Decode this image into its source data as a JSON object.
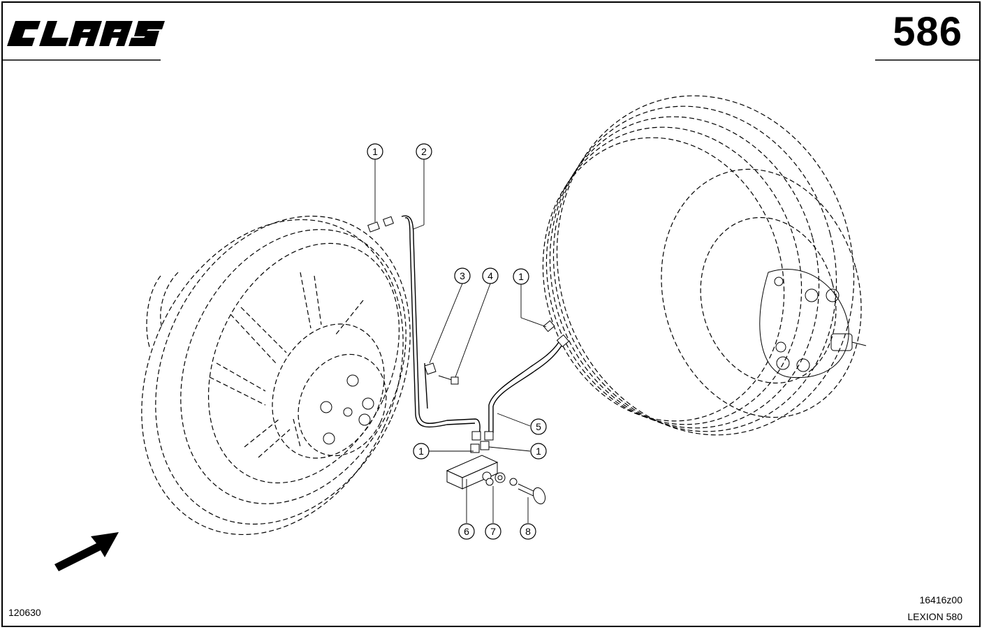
{
  "header": {
    "brand": "CLAAS",
    "page_number": "586"
  },
  "footer": {
    "drawing_no_left": "120630",
    "drawing_ref_right": "16416z00",
    "model": "LEXION 580"
  },
  "callouts": [
    "1",
    "2",
    "3",
    "4",
    "1",
    "1",
    "1",
    "5",
    "6",
    "7",
    "8"
  ]
}
